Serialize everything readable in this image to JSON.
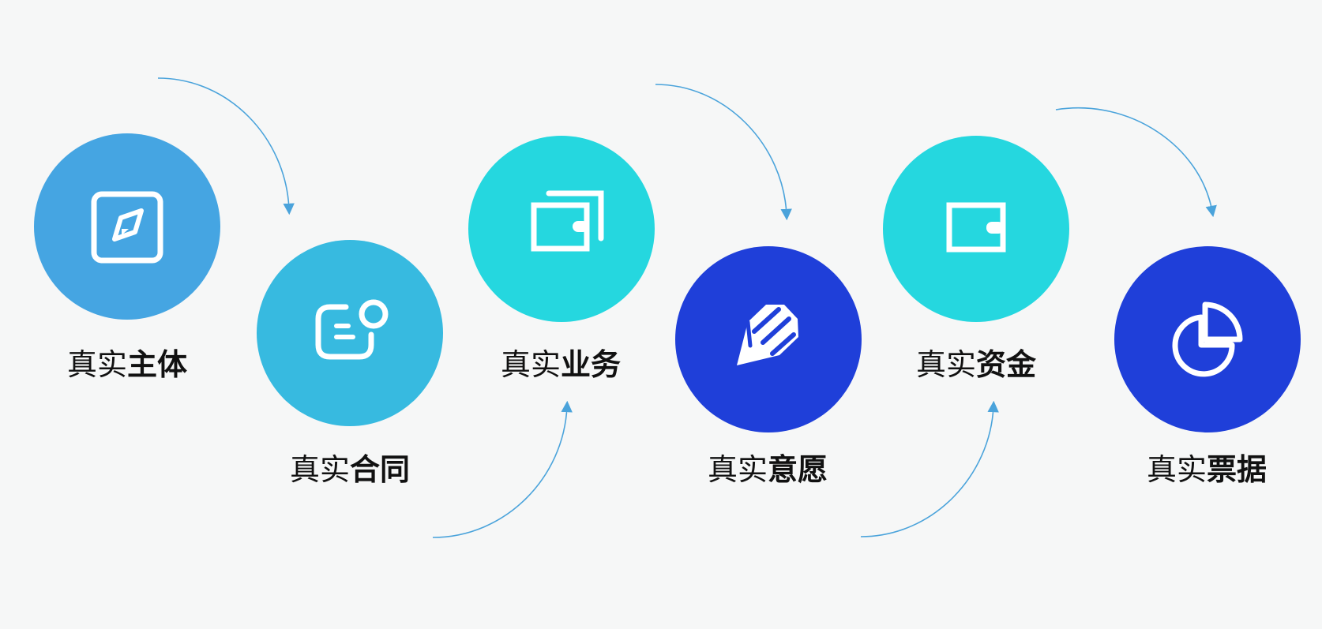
{
  "colors": {
    "blue": "#45a5e2",
    "sky": "#37bae0",
    "cyan": "#25d7df",
    "navy": "#1f3fd9",
    "arrow": "#4aa3db",
    "text": "#111111",
    "background": "#f6f7f7"
  },
  "steps": [
    {
      "prefix": "真实",
      "label": "主体",
      "color": "blue",
      "icon": "compass-icon"
    },
    {
      "prefix": "真实",
      "label": "合同",
      "color": "sky",
      "icon": "contract-icon"
    },
    {
      "prefix": "真实",
      "label": "业务",
      "color": "cyan",
      "icon": "wallet-stack-icon"
    },
    {
      "prefix": "真实",
      "label": "意愿",
      "color": "navy",
      "icon": "pen-icon"
    },
    {
      "prefix": "真实",
      "label": "资金",
      "color": "cyan",
      "icon": "wallet-icon"
    },
    {
      "prefix": "真实",
      "label": "票据",
      "color": "navy",
      "icon": "pie-chart-icon"
    }
  ]
}
